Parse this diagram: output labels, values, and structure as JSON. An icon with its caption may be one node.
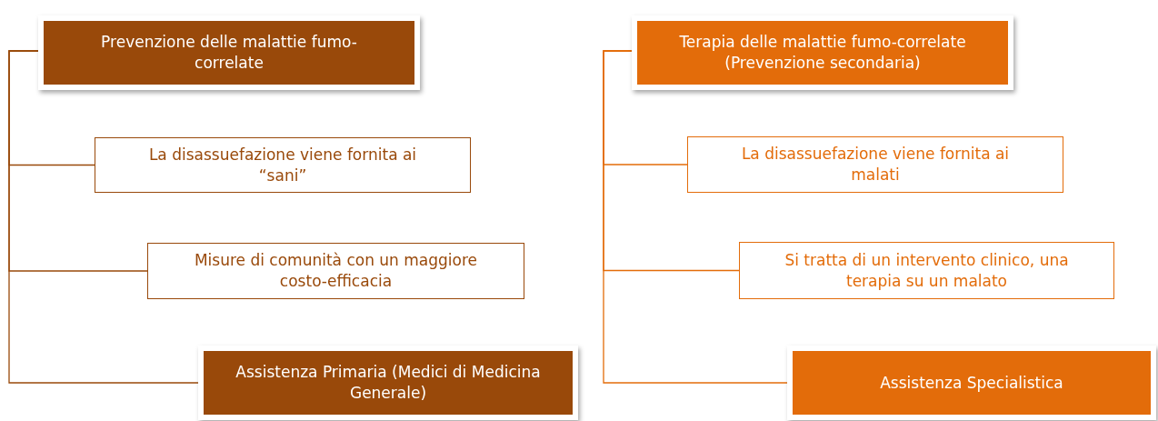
{
  "diagram": {
    "nodes": [
      {
        "text": [
          "Prevenzione delle malattie fumo-correlate"
        ]
      },
      {
        "text": [
          "La disassuefazione viene fornita ai “sani”"
        ]
      },
      {
        "text": [
          "Misure di comunità con un maggiore costo-efficacia"
        ]
      },
      {
        "text": [
          "Assistenza Primaria (Medici di Medicina Generale)"
        ]
      },
      {
        "text": [
          "Terapia delle malattie fumo-correlate (Prevenzione secondaria)"
        ]
      },
      {
        "text": [
          "La disassuefazione viene fornita ai malati"
        ]
      },
      {
        "text": [
          "Si tratta di un intervento clinico, una terapia su un malato"
        ]
      },
      {
        "text": [
          "Assistenza Specialistica"
        ]
      }
    ],
    "edges": [
      {
        "from": 0,
        "to": 1,
        "arrow": "none",
        "color": "#99490a"
      },
      {
        "from": 0,
        "to": 2,
        "arrow": "none",
        "color": "#99490a"
      },
      {
        "from": 0,
        "to": 3,
        "arrow": "none",
        "color": "#99490a"
      },
      {
        "from": 4,
        "to": 5,
        "arrow": "none",
        "color": "#e36c0a"
      },
      {
        "from": 4,
        "to": 6,
        "arrow": "none",
        "color": "#e36c0a"
      },
      {
        "from": 4,
        "to": 7,
        "arrow": "none",
        "color": "#e36c0a"
      }
    ]
  }
}
